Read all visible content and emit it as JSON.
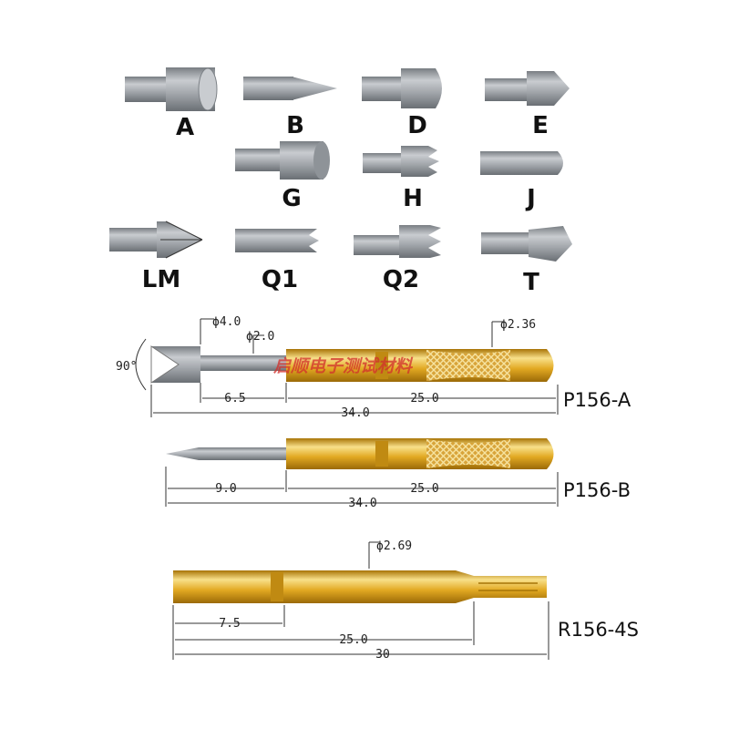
{
  "tips": {
    "A": "A",
    "B": "B",
    "D": "D",
    "E": "E",
    "G": "G",
    "H": "H",
    "J": "J",
    "LM": "LM",
    "Q1": "Q1",
    "Q2": "Q2",
    "T": "T"
  },
  "p156a": {
    "model": "P156-A",
    "head_dia": "ϕ4.0",
    "plunger_dia": "ϕ2.0",
    "barrel_dia": "ϕ2.36",
    "angle": "90°",
    "len_plunger": "6.5",
    "len_barrel": "25.0",
    "len_total": "34.0"
  },
  "p156b": {
    "model": "P156-B",
    "len_plunger": "9.0",
    "len_barrel": "25.0",
    "len_total": "34.0"
  },
  "r156": {
    "model": "R156-4S",
    "dia": "ϕ2.69",
    "len_a": "7.5",
    "len_b": "25.0",
    "len_total": "30"
  },
  "watermark": "启顺电子测试材料",
  "colors": {
    "gold": "#e0a821",
    "gold_light": "#f7df86",
    "gold_dark": "#9c6d0a",
    "steel": "#9ea3a8"
  }
}
